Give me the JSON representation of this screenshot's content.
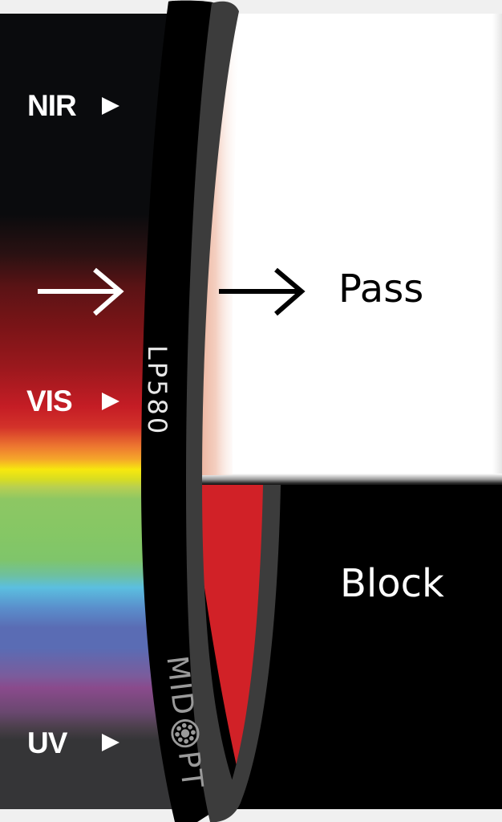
{
  "diagram": {
    "filter_model": "LP580",
    "brand": {
      "prefix": "MID",
      "suffix": "PT",
      "logo_icon": "lens-logo-icon"
    },
    "spectrum_labels": [
      {
        "id": "nir",
        "text": "NIR",
        "icon": "triangle-right-icon"
      },
      {
        "id": "vis",
        "text": "VIS",
        "icon": "triangle-right-icon"
      },
      {
        "id": "uv",
        "text": "UV",
        "icon": "triangle-right-icon"
      }
    ],
    "outputs": {
      "pass": "Pass",
      "block": "Block"
    },
    "arrows": {
      "incoming": "arrow-right-icon",
      "outgoing": "arrow-right-icon"
    },
    "colors": {
      "background": "#f0f0f0",
      "filter_face": "#d12127",
      "ring_black": "#000000",
      "ring_gray": "#3c3c3c",
      "pass_fill": "#ffffff",
      "block_fill": "#000000",
      "brand_text": "#9a9a9a"
    }
  }
}
